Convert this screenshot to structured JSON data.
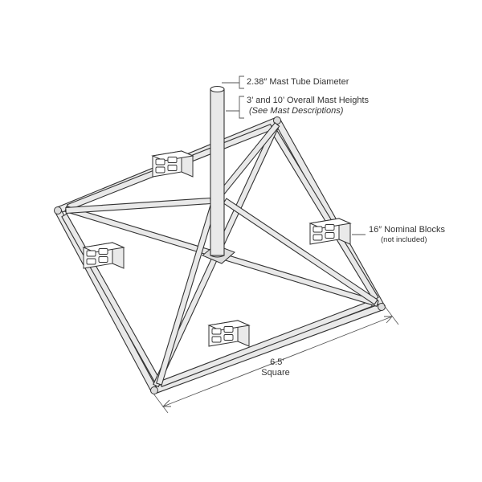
{
  "labels": {
    "mast_diameter": "2.38″ Mast Tube Diameter",
    "mast_heights": "3’ and 10’ Overall Mast Heights",
    "mast_heights_note": "(See Mast Descriptions)",
    "blocks": "16″ Nominal Blocks",
    "blocks_note": "(not included)",
    "dimension": "6.5’",
    "dimension_note": "Square"
  },
  "colors": {
    "line": "#333333",
    "fill": "#e9e9e9",
    "background": "#ffffff"
  }
}
